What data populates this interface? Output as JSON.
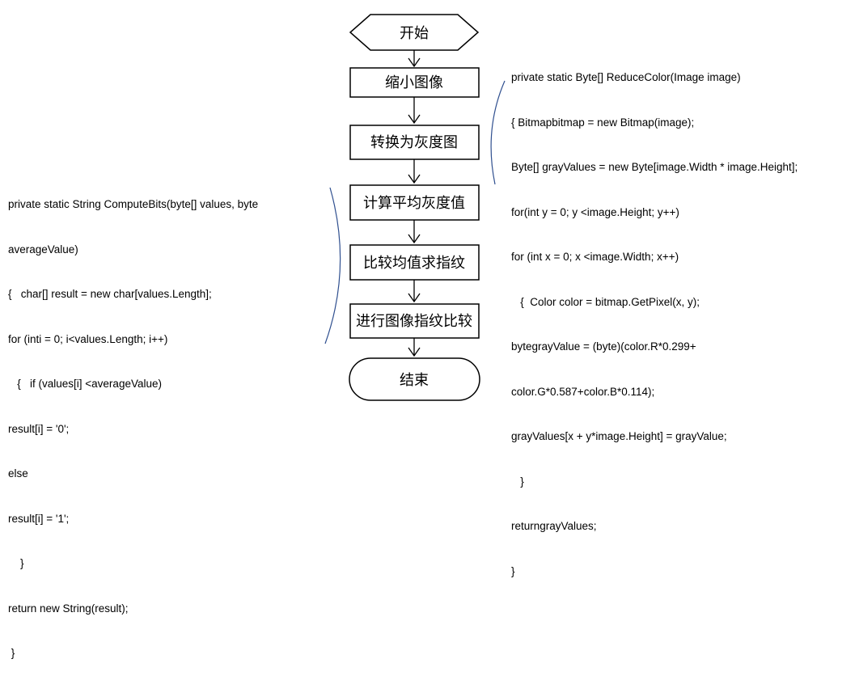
{
  "flow": {
    "start": "开始",
    "steps": [
      "缩小图像",
      "转换为灰度图",
      "计算平均灰度值",
      "比较均值求指纹",
      "进行图像指纹比较"
    ],
    "end": "结束"
  },
  "code_right": [
    "private static Byte[] ReduceColor(Image image)",
    "{ Bitmapbitmap = new Bitmap(image);",
    "Byte[] grayValues = new Byte[image.Width * image.Height];",
    "for(int y = 0; y <image.Height; y++)",
    "for (int x = 0; x <image.Width; x++)",
    "   {  Color color = bitmap.GetPixel(x, y);",
    "bytegrayValue = (byte)(color.R*0.299+",
    "color.G*0.587+color.B*0.114);",
    "grayValues[x + y*image.Height] = grayValue;",
    "   }",
    "returngrayValues;",
    "}"
  ],
  "code_left": [
    "private static String ComputeBits(byte[] values, byte",
    "averageValue)",
    "{   char[] result = new char[values.Length];",
    "for (inti = 0; i<values.Length; i++)",
    "   {   if (values[i] <averageValue)",
    "result[i] = '0';",
    "else",
    "result[i] = '1';",
    "    }",
    "return new String(result);",
    " }"
  ]
}
